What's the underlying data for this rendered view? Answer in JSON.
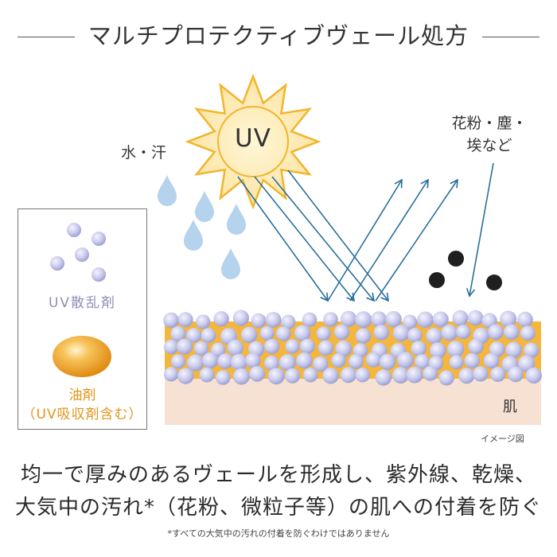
{
  "title": "マルチプロテクティブヴェール処方",
  "labels": {
    "uv": "UV",
    "water_sweat": "水・汗",
    "pollen_line1": "花粉・塵・",
    "pollen_line2": "埃など",
    "uv_scattering_agent": "UV散乱剤",
    "oil_agent_line1": "油剤",
    "oil_agent_line2": "（UV吸収剤含む）",
    "skin": "肌",
    "image_note": "イメージ図"
  },
  "headline": {
    "line1": "均一で厚みのあるヴェールを形成し、紫外線、乾燥、",
    "line2": "大気中の汚れ*（花粉、微粒子等）の肌への付着を防ぐ"
  },
  "footnote": "*すべての大気中の汚れの付着を防ぐわけではありません",
  "colors": {
    "sun_fill": "#fbe9a9",
    "sun_stroke": "#f2b52c",
    "drop": "#b5d3ec",
    "arrow": "#2a6f9b",
    "particle": "#c8c9ea",
    "particle_stroke": "#8e90c4",
    "oil_layer": "#f4b63c",
    "skin_layer": "#f7e1d3",
    "dust": "#1f1f1f",
    "oil_drop": "#f0a21e",
    "legend_text_scatter": "#8d8fb6",
    "legend_text_oil": "#e29418"
  },
  "icons": {
    "sun": "sun-icon",
    "water_drop": "water-drop-icon",
    "dust_particle": "dust-particle-icon",
    "scatter_particle": "scatter-particle-icon",
    "oil_drop": "oil-drop-icon"
  }
}
